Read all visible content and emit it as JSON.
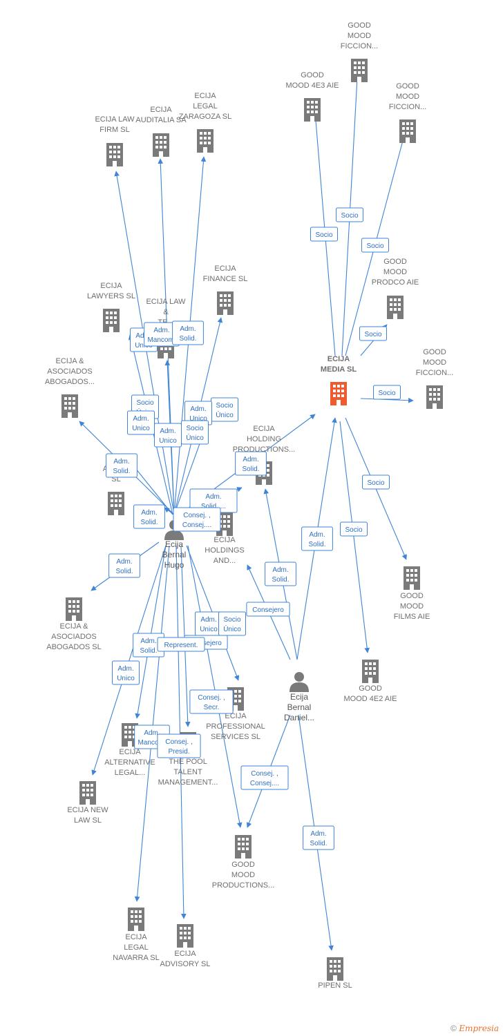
{
  "colors": {
    "edge": "#3f84d6",
    "building": "#7a7a7a",
    "highlight": "#ef5a2e",
    "person": "#7a7a7a"
  },
  "nodes": [
    {
      "id": "gm_ficcion_top",
      "type": "company",
      "label": [
        "GOOD",
        "MOOD",
        "FICCION..."
      ]
    },
    {
      "id": "gm_4e3",
      "type": "company",
      "label": [
        "GOOD",
        "MOOD 4E3 AIE"
      ]
    },
    {
      "id": "gm_ficcion_2",
      "type": "company",
      "label": [
        "GOOD",
        "MOOD",
        "FICCION..."
      ]
    },
    {
      "id": "ecija_legal_zaragoza",
      "type": "company",
      "label": [
        "ECIJA",
        "LEGAL",
        "ZARAGOZA  SL"
      ]
    },
    {
      "id": "ecija_auditalia",
      "type": "company",
      "label": [
        "ECIJA",
        "AUDITALIA SA"
      ]
    },
    {
      "id": "ecija_law_firm",
      "type": "company",
      "label": [
        "ECIJA LAW",
        "FIRM  SL"
      ]
    },
    {
      "id": "gm_prodco",
      "type": "company",
      "label": [
        "GOOD",
        "MOOD",
        "PRODCO AIE"
      ]
    },
    {
      "id": "ecija_finance",
      "type": "company",
      "label": [
        "ECIJA",
        "FINANCE  SL"
      ]
    },
    {
      "id": "ecija_lawyers",
      "type": "company",
      "label": [
        "ECIJA",
        "LAWYERS  SL"
      ]
    },
    {
      "id": "ecija_law_tech",
      "type": "company",
      "label": [
        "ECIJA LAW",
        "&",
        "TE..."
      ]
    },
    {
      "id": "ecija_media",
      "type": "company",
      "highlight": true,
      "label": [
        "ECIJA",
        "MEDIA  SL"
      ]
    },
    {
      "id": "gm_ficcion_3",
      "type": "company",
      "label": [
        "GOOD",
        "MOOD",
        "FICCION..."
      ]
    },
    {
      "id": "ecija_asoc_abog_1",
      "type": "company",
      "label": [
        "ECIJA &",
        "ASOCIADOS",
        "ABOGADOS..."
      ]
    },
    {
      "id": "ecija_holding_prod",
      "type": "company",
      "label": [
        "ECIJA",
        "HOLDING",
        "PRODUCTIONS..."
      ]
    },
    {
      "id": "ecija_asoc_sl",
      "type": "company",
      "label": [
        "E...",
        "ASS...S",
        "SL"
      ]
    },
    {
      "id": "ecija_holdings",
      "type": "company",
      "label": [
        "ECIJA",
        "HOLDINGS",
        "AND..."
      ]
    },
    {
      "id": "hugo",
      "type": "person",
      "label": [
        "Ecija",
        "Bernal",
        "Hugo"
      ]
    },
    {
      "id": "gm_films",
      "type": "company",
      "label": [
        "GOOD",
        "MOOD",
        "FILMS AIE"
      ]
    },
    {
      "id": "ecija_asoc_abog_sl",
      "type": "company",
      "label": [
        "ECIJA &",
        "ASOCIADOS",
        "ABOGADOS SL"
      ]
    },
    {
      "id": "gm_4e2",
      "type": "company",
      "label": [
        "GOOD",
        "MOOD 4E2 AIE"
      ]
    },
    {
      "id": "daniel",
      "type": "person",
      "label": [
        "Ecija",
        "Bernal",
        "Daniel..."
      ]
    },
    {
      "id": "ecija_professional",
      "type": "company",
      "label": [
        "ECIJA",
        "PROFESSIONAL",
        "SERVICES  SL"
      ]
    },
    {
      "id": "ecija_alternative",
      "type": "company",
      "label": [
        "ECIJA",
        "ALTERNATIVE",
        "LEGAL..."
      ]
    },
    {
      "id": "the_pool",
      "type": "company",
      "label": [
        "THE POOL",
        "TALENT",
        "MANAGEMENT..."
      ]
    },
    {
      "id": "ecija_new_law",
      "type": "company",
      "label": [
        "ECIJA NEW",
        "LAW  SL"
      ]
    },
    {
      "id": "gm_productions",
      "type": "company",
      "label": [
        "GOOD",
        "MOOD",
        "PRODUCTIONS..."
      ]
    },
    {
      "id": "ecija_legal_navarra",
      "type": "company",
      "label": [
        "ECIJA",
        "LEGAL",
        "NAVARRA  SL"
      ]
    },
    {
      "id": "ecija_advisory",
      "type": "company",
      "label": [
        "ECIJA",
        "ADVISORY  SL"
      ]
    },
    {
      "id": "pipen",
      "type": "company",
      "label": [
        "PIPEN SL"
      ]
    }
  ],
  "edge_labels": [
    [
      "Socio"
    ],
    [
      "Socio"
    ],
    [
      "Socio"
    ],
    [
      "Socio"
    ],
    [
      "Socio"
    ],
    [
      "Socio"
    ],
    [
      "Socio"
    ],
    [
      "Adm.",
      "Unico"
    ],
    [
      "Adm.",
      "Mancom."
    ],
    [
      "Adm.",
      "Solid."
    ],
    [
      "Socio",
      "Único"
    ],
    [
      "Socio",
      "Único"
    ],
    [
      "Adm.",
      "Unico"
    ],
    [
      "Adm.",
      "Unico"
    ],
    [
      "Adm.",
      "Unico"
    ],
    [
      "Socio",
      "Único"
    ],
    [
      "Adm.",
      "Solid."
    ],
    [
      "Adm.",
      "Solid."
    ],
    [
      "Adm.",
      "Solid."
    ],
    [
      "Adm.",
      "Solid.,..."
    ],
    [
      "Consej. ,",
      "Consej...."
    ],
    [
      "Adm.",
      "Solid."
    ],
    [
      "Adm.",
      "Solid."
    ],
    [
      "Adm.",
      "Solid."
    ],
    [
      "Consejero"
    ],
    [
      "Adm.",
      "Unico"
    ],
    [
      "Socio",
      "Único"
    ],
    [
      "Consejero"
    ],
    [
      "Adm.",
      "Solid."
    ],
    [
      "Represent."
    ],
    [
      "Adm.",
      "Unico"
    ],
    [
      "Consej. ,",
      "Secr."
    ],
    [
      "Adm.",
      "Mancom."
    ],
    [
      "Consej. ,",
      "Presid."
    ],
    [
      "Consej. ,",
      "Consej...."
    ],
    [
      "Adm.",
      "Solid."
    ]
  ],
  "footer": {
    "copyright": "©",
    "brand": "Empresia"
  }
}
